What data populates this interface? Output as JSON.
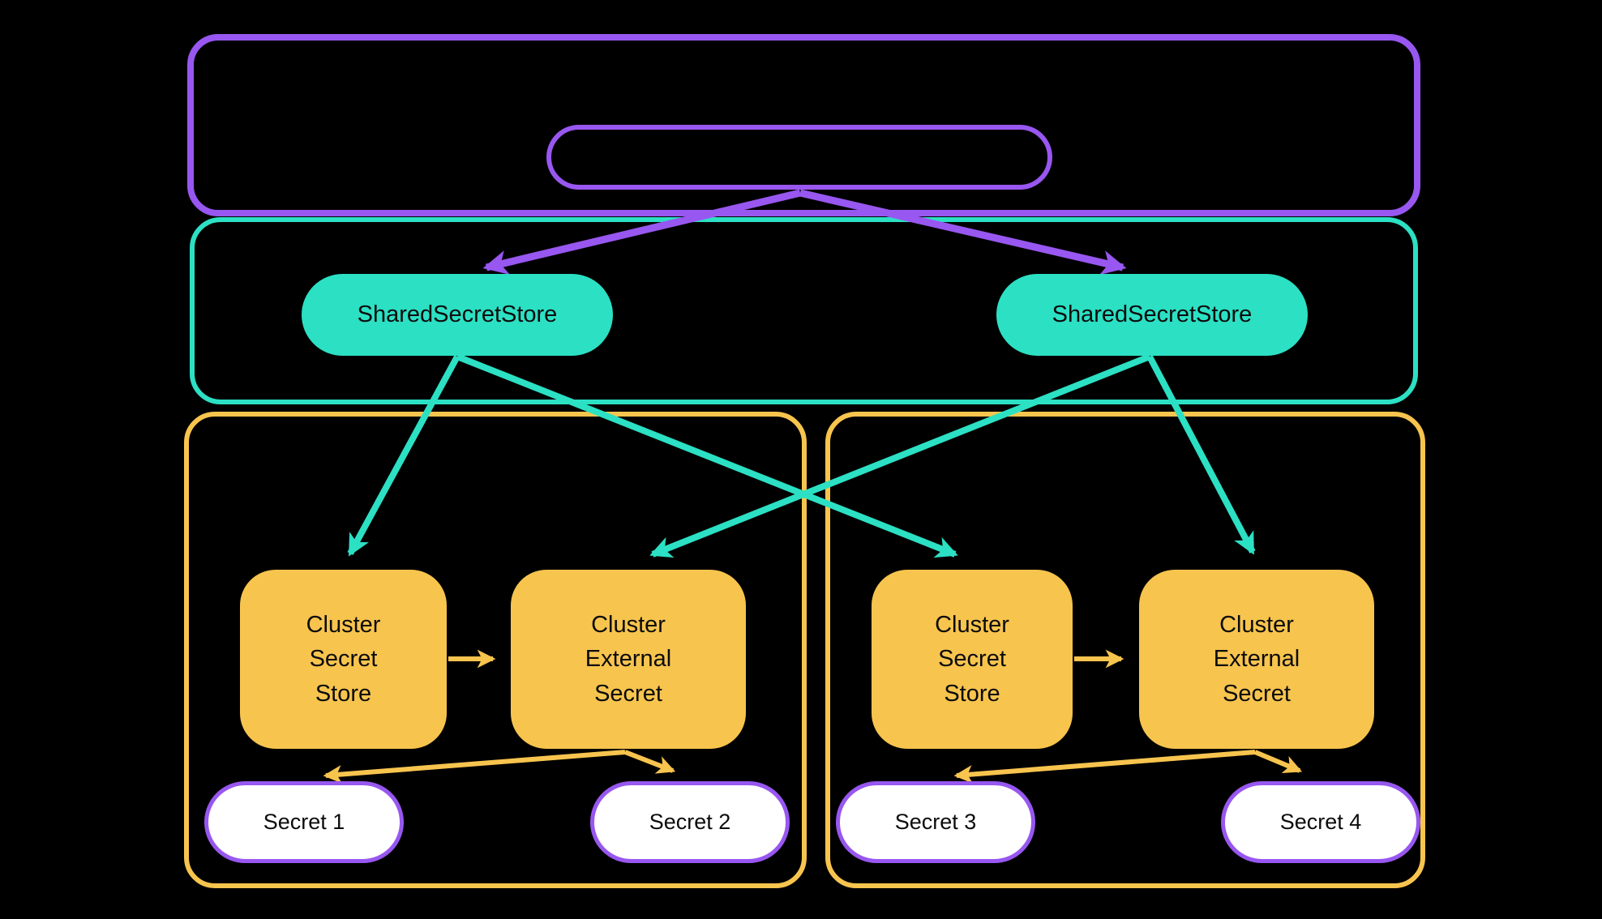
{
  "diagram": {
    "background": "#000000",
    "colors": {
      "purple": "#9857f0",
      "teal": "#2ce0c4",
      "orange": "#f7c44e",
      "secret_fill": "#ffffff",
      "text": "#0c0c0c"
    },
    "shared_stores": [
      {
        "label": "SharedSecretStore"
      },
      {
        "label": "SharedSecretStore"
      }
    ],
    "clusters": [
      {
        "secret_store_label": "Cluster Secret Store",
        "external_secret_label": "Cluster External Secret",
        "secrets": [
          "Secret 1",
          "Secret 2"
        ]
      },
      {
        "secret_store_label": "Cluster Secret Store",
        "external_secret_label": "Cluster External Secret",
        "secrets": [
          "Secret 3",
          "Secret 4"
        ]
      }
    ],
    "edges": [
      {
        "from": "top-inner-pill",
        "to": "shared-secret-store-left",
        "color": "purple"
      },
      {
        "from": "top-inner-pill",
        "to": "shared-secret-store-right",
        "color": "purple"
      },
      {
        "from": "shared-secret-store-left",
        "to": "cluster-1-secret-store",
        "color": "teal"
      },
      {
        "from": "shared-secret-store-left",
        "to": "cluster-2-secret-store",
        "color": "teal"
      },
      {
        "from": "shared-secret-store-right",
        "to": "cluster-1-external-secret",
        "color": "teal"
      },
      {
        "from": "shared-secret-store-right",
        "to": "cluster-2-external-secret",
        "color": "teal"
      },
      {
        "from": "cluster-1-secret-store",
        "to": "cluster-1-external-secret",
        "color": "orange"
      },
      {
        "from": "cluster-2-secret-store",
        "to": "cluster-2-external-secret",
        "color": "orange"
      },
      {
        "from": "cluster-1-external-secret",
        "to": "secret-1",
        "color": "orange"
      },
      {
        "from": "cluster-1-external-secret",
        "to": "secret-2",
        "color": "orange"
      },
      {
        "from": "cluster-2-external-secret",
        "to": "secret-3",
        "color": "orange"
      },
      {
        "from": "cluster-2-external-secret",
        "to": "secret-4",
        "color": "orange"
      }
    ]
  }
}
